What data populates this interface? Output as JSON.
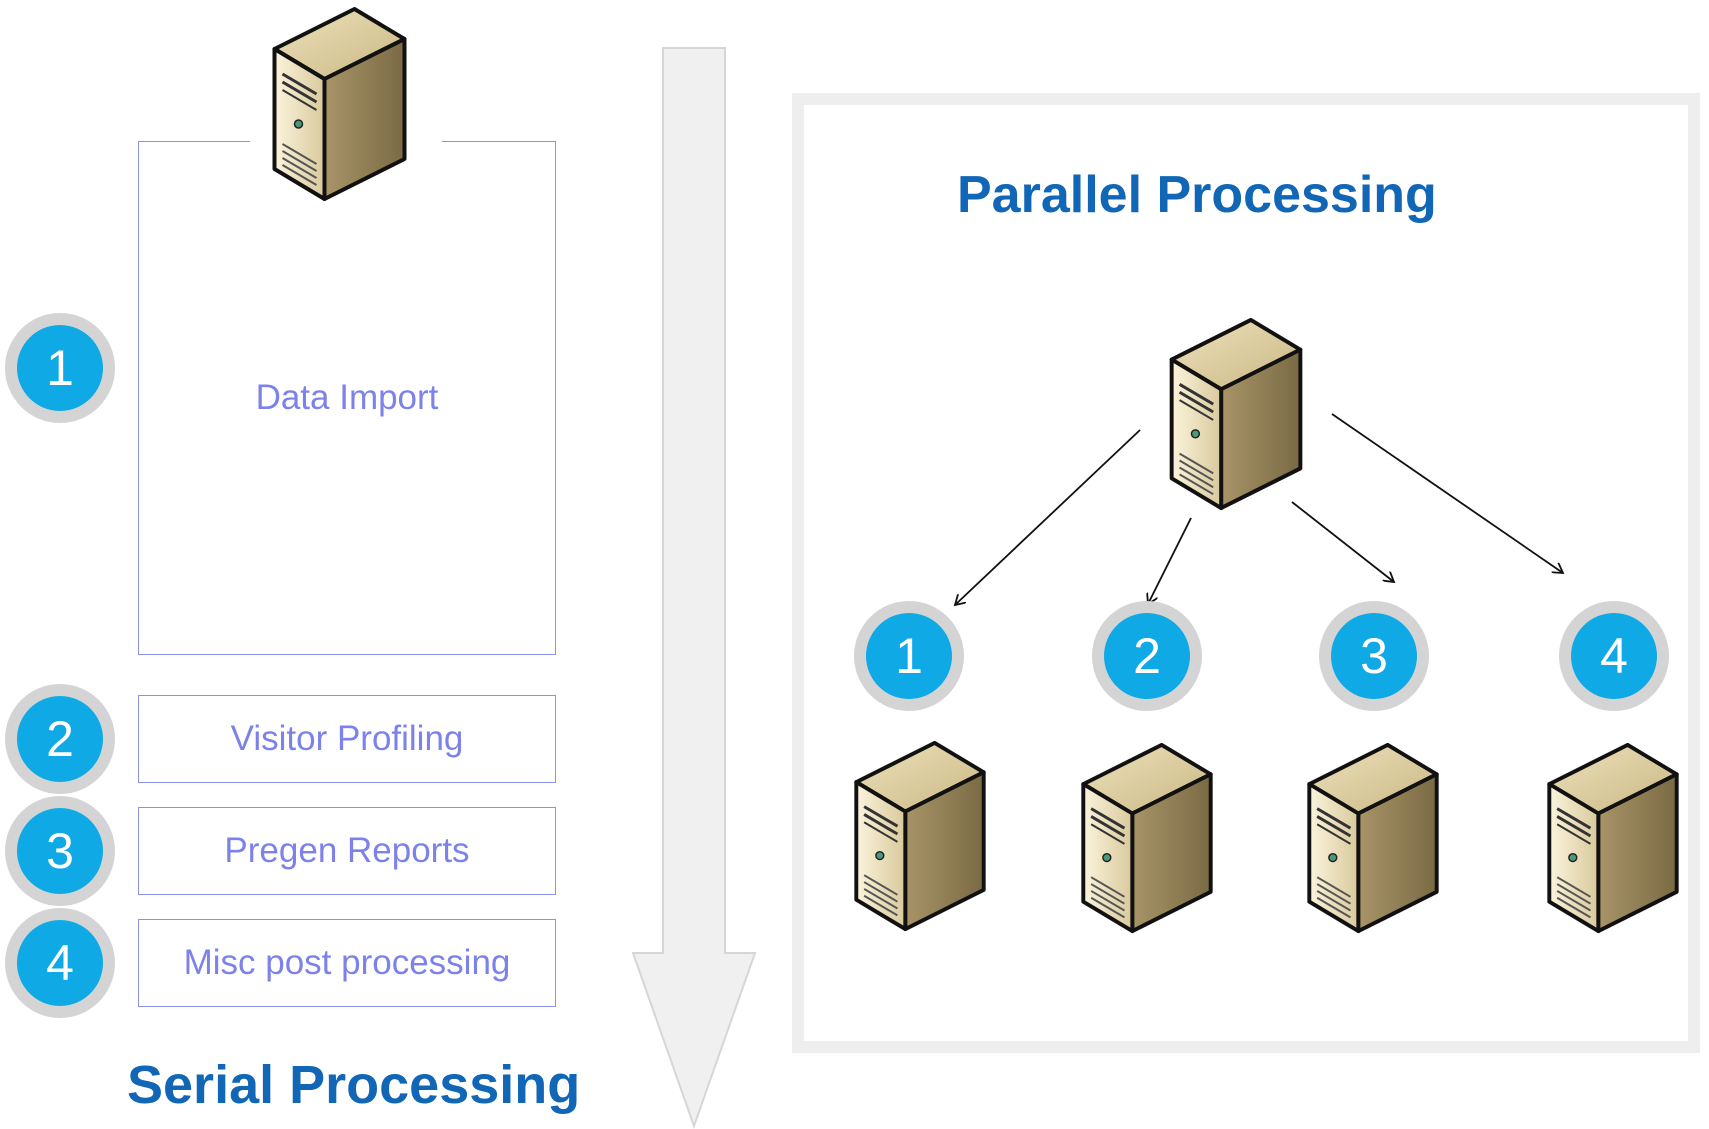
{
  "serial": {
    "title": "Serial Processing",
    "steps": [
      {
        "number": "1",
        "label": "Data Import"
      },
      {
        "number": "2",
        "label": "Visitor Profiling"
      },
      {
        "number": "3",
        "label": "Pregen Reports"
      },
      {
        "number": "4",
        "label": "Misc post processing"
      }
    ]
  },
  "parallel": {
    "title": "Parallel Processing",
    "nodes": [
      {
        "number": "1"
      },
      {
        "number": "2"
      },
      {
        "number": "3"
      },
      {
        "number": "4"
      }
    ]
  },
  "colors": {
    "title": "#1166b5",
    "step_text": "#7c82ea",
    "step_border": "#8c91ee",
    "badge": "#0fa9e6",
    "badge_ring": "#d4d4d4",
    "arrow_fill": "#f0f0f0"
  }
}
